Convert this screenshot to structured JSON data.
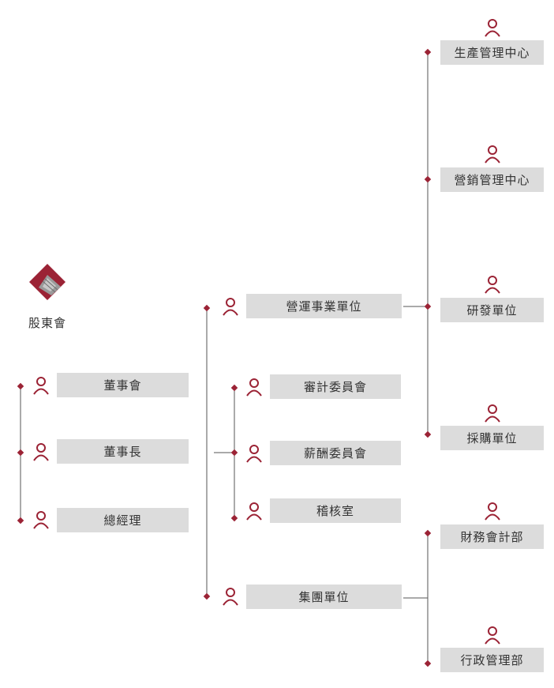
{
  "root": {
    "label": "股東會",
    "logo_icon": "company-logo-icon"
  },
  "left_column": [
    {
      "label": "董事會"
    },
    {
      "label": "董事長"
    },
    {
      "label": "總經理"
    }
  ],
  "middle_column": {
    "top": {
      "label": "營運事業單位"
    },
    "committees": [
      {
        "label": "審計委員會"
      },
      {
        "label": "薪酬委員會"
      },
      {
        "label": "稽核室"
      }
    ],
    "bottom": {
      "label": "集團單位"
    }
  },
  "operations_units": [
    {
      "label": "生產管理中心"
    },
    {
      "label": "營銷管理中心"
    },
    {
      "label": "研發單位"
    },
    {
      "label": "採購單位"
    }
  ],
  "group_units": [
    {
      "label": "財務會計部"
    },
    {
      "label": "行政管理部"
    }
  ],
  "colors": {
    "accent": "#9b2335",
    "box": "#dcdcdc",
    "text": "#333333",
    "line": "#555555"
  },
  "icons": {
    "node_icon": "person-icon",
    "connector_icon": "diamond-bullet-icon"
  }
}
